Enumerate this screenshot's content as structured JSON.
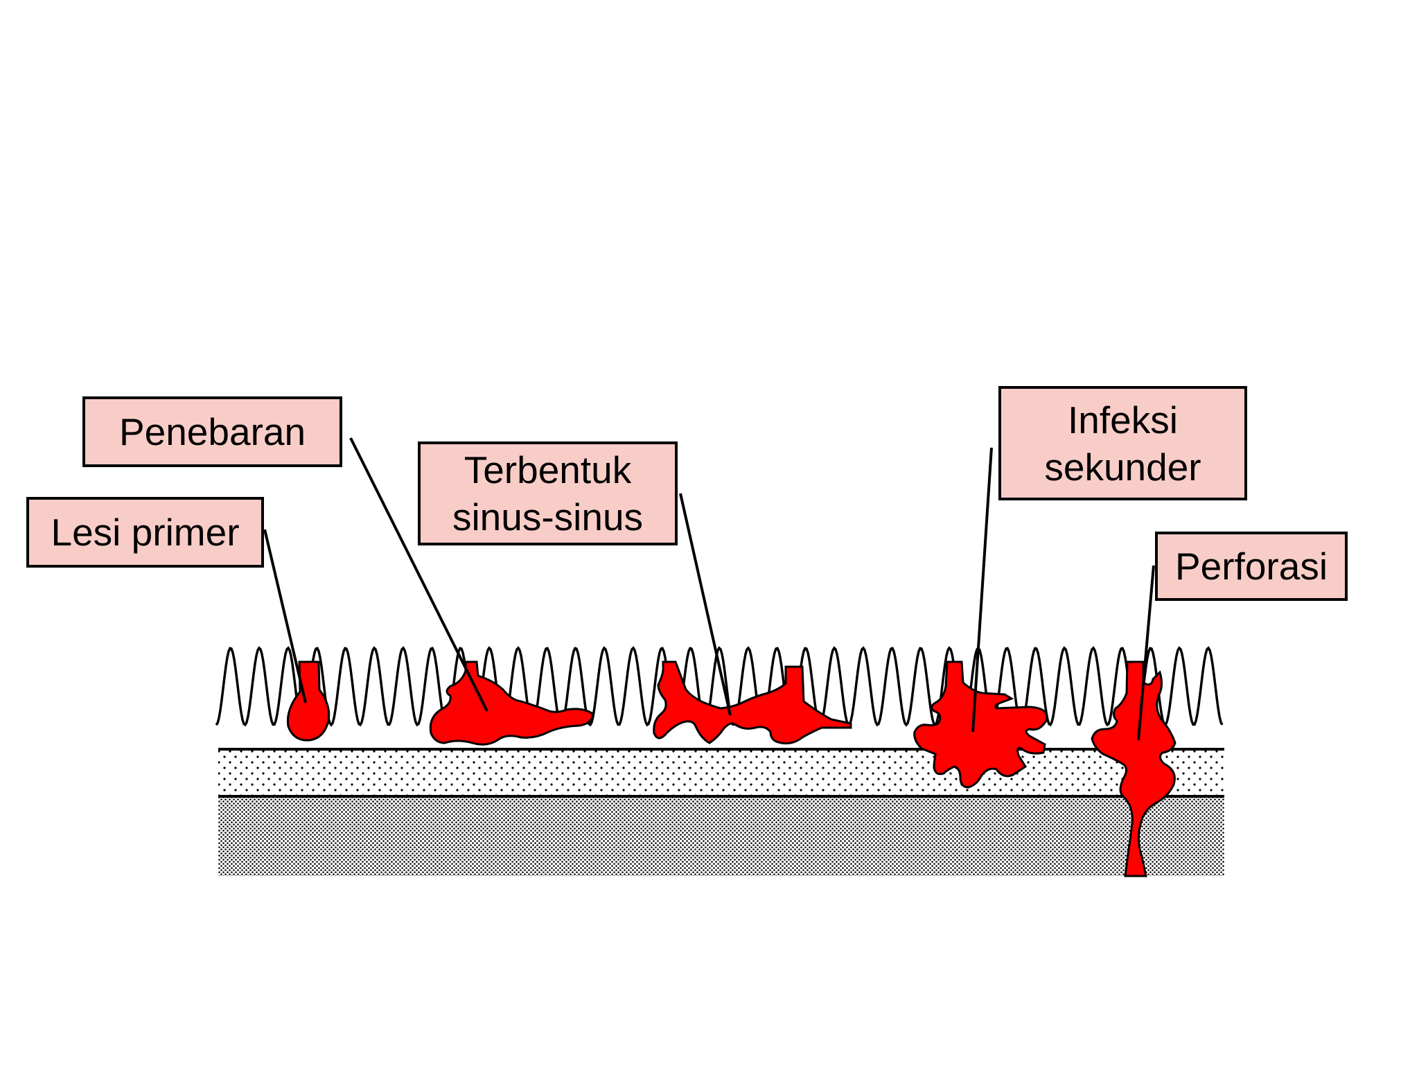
{
  "labels": {
    "penebaran": "Penebaran",
    "lesi_primer": "Lesi primer",
    "terbentuk": "Terbentuk\nsinus-sinus",
    "infeksi": "Infeksi\nsekunder",
    "perforasi": "Perforasi"
  },
  "colors": {
    "lesion": "#ff0000",
    "label_fill": "#f8cdc8",
    "outline": "#000000"
  }
}
